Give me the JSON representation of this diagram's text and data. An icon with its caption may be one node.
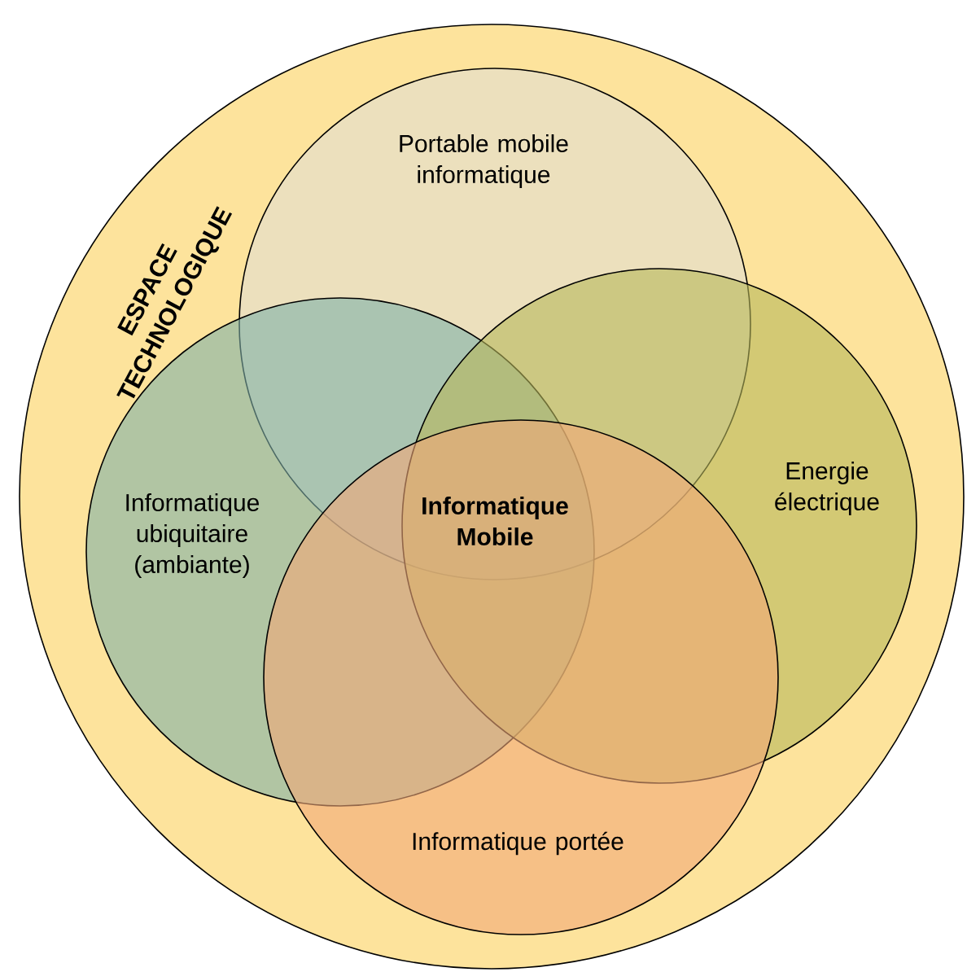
{
  "diagram": {
    "nodes": [
      {
        "text": [
          "ESPACE TECHNOLOGIQUE"
        ]
      },
      {
        "text": [
          "Portable mobile informatique"
        ],
        "in": 0
      },
      {
        "text": [
          "Informatique ubiquitaire (ambiante)"
        ],
        "in": 0
      },
      {
        "text": [
          "Energie électrique"
        ],
        "in": 0
      },
      {
        "text": [
          "Informatique portée"
        ],
        "in": 0
      }
    ],
    "labels": [
      "Informatique Mobile"
    ]
  }
}
